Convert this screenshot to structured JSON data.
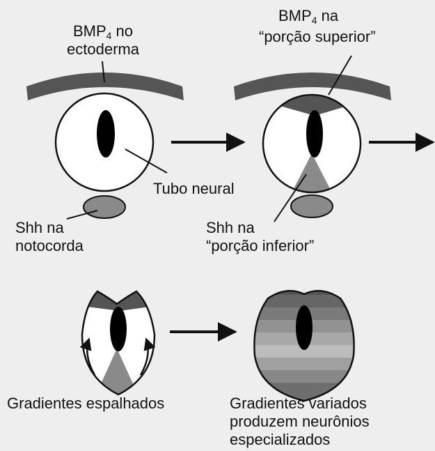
{
  "labels": {
    "bmp_ectoderm_line1_main": "BMP",
    "bmp_ectoderm_line1_sub": "4",
    "bmp_ectoderm_line1_tail": " no",
    "bmp_ectoderm_line2": "ectoderma",
    "bmp_upper_line1_main": "BMP",
    "bmp_upper_line1_sub": "4",
    "bmp_upper_line1_tail": " na",
    "bmp_upper_line2": "“porção superior”",
    "neural_tube": "Tubo neural",
    "shh_notochord_line1": "Shh na",
    "shh_notochord_line2": "notocorda",
    "shh_lower_line1": "Shh na",
    "shh_lower_line2": "“porção inferior”",
    "gradients_spread": "Gradientes espalhados",
    "gradients_varied_line1": "Gradientes variados",
    "gradients_varied_line2": "produzem neurônios",
    "gradients_varied_line3": "especializados"
  },
  "colors": {
    "background": "#eeeeee",
    "bmp": "#555555",
    "shh": "#8a8a8a",
    "tube_fill": "#ffffff",
    "lumen": "#000000",
    "outline": "#111111"
  }
}
